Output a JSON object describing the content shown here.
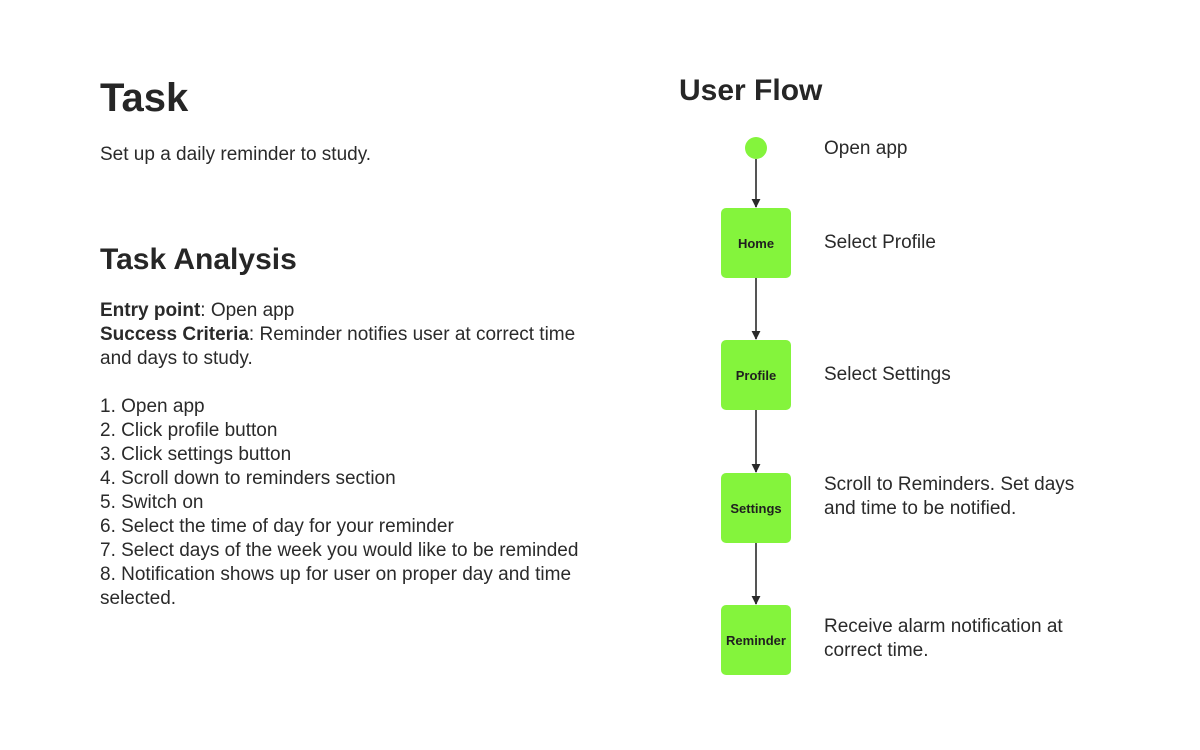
{
  "task": {
    "title": "Task",
    "description": "Set up a daily reminder to study."
  },
  "analysis": {
    "title": "Task Analysis",
    "entry_label": "Entry point",
    "entry_value": ": Open app",
    "success_label": "Success Criteria",
    "success_value": ": Reminder notifies user at correct time and days to study.",
    "steps": [
      "1. Open app",
      "2. Click profile button",
      "3. Click settings button",
      "4. Scroll down to reminders section",
      "5. Switch on",
      "6. Select the time of day for your reminder",
      "7. Select days of the week you would like to be reminded",
      "8. Notification shows up for user on proper day and time selected."
    ]
  },
  "flow": {
    "title": "User Flow",
    "accent_color": "#84f43c",
    "arrow_color": "#555555",
    "start_description": "Open app",
    "nodes": [
      {
        "label": "Home",
        "description": "Select Profile"
      },
      {
        "label": "Profile",
        "description": "Select Settings"
      },
      {
        "label": "Settings",
        "description": "Scroll to Reminders. Set days and time to be notified."
      },
      {
        "label": "Reminder",
        "description": "Receive alarm notification at correct time."
      }
    ]
  }
}
